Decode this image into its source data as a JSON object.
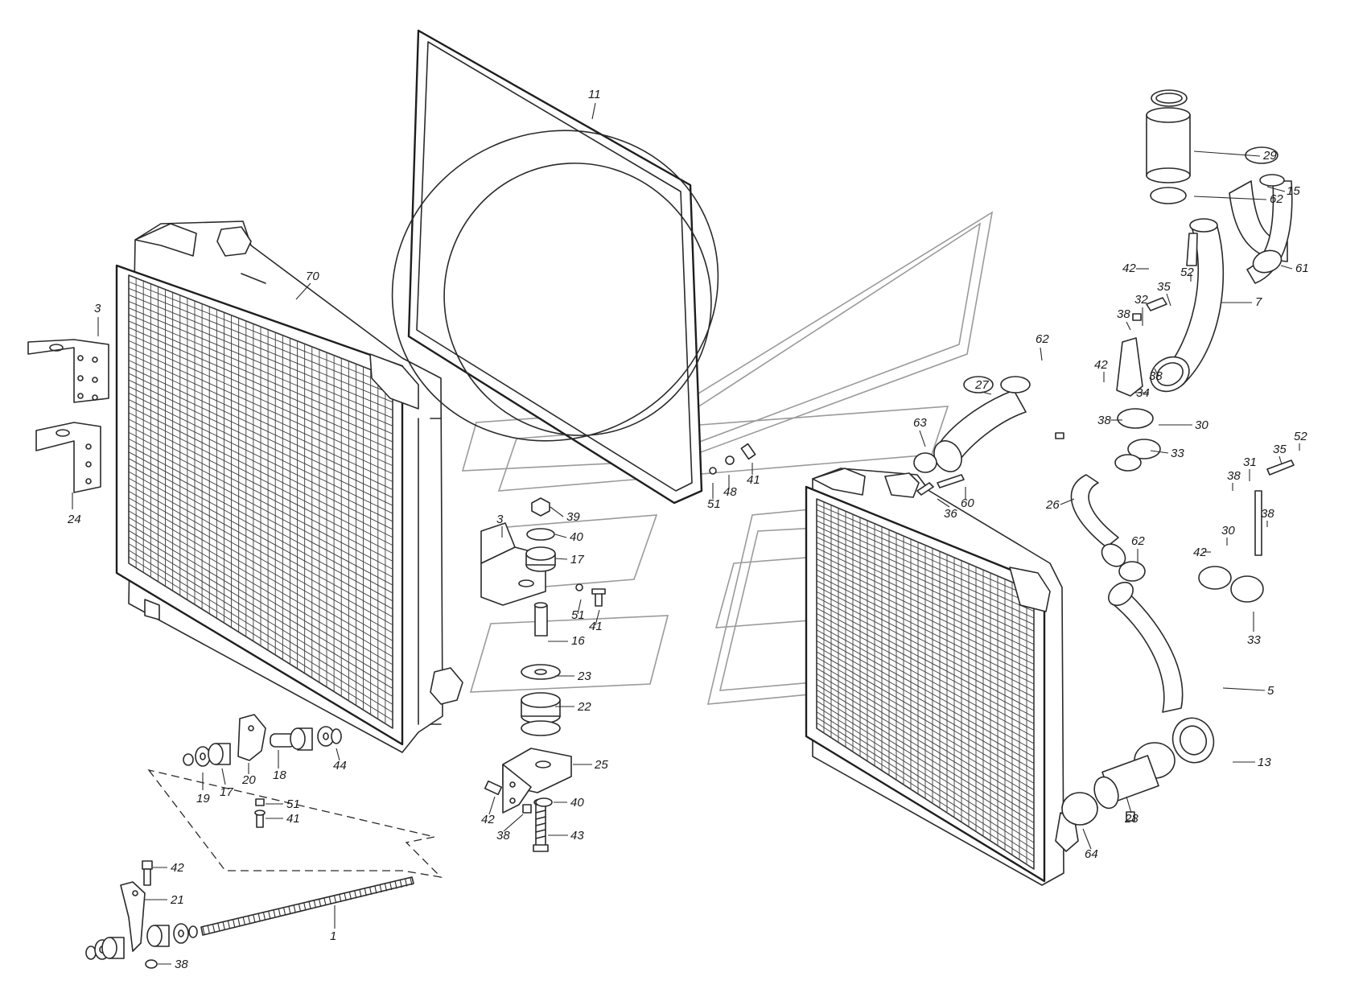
{
  "callouts": [
    {
      "id": "c-11",
      "t": "11"
    },
    {
      "id": "c-70",
      "t": "70"
    },
    {
      "id": "c-3a",
      "t": "3"
    },
    {
      "id": "c-24",
      "t": "24"
    },
    {
      "id": "c-29",
      "t": "29"
    },
    {
      "id": "c-62a",
      "t": "62"
    },
    {
      "id": "c-15",
      "t": "15"
    },
    {
      "id": "c-42a",
      "t": "42"
    },
    {
      "id": "c-52a",
      "t": "52"
    },
    {
      "id": "c-35a",
      "t": "35"
    },
    {
      "id": "c-61",
      "t": "61"
    },
    {
      "id": "c-32",
      "t": "32"
    },
    {
      "id": "c-7",
      "t": "7"
    },
    {
      "id": "c-38a",
      "t": "38"
    },
    {
      "id": "c-38b",
      "t": "38"
    },
    {
      "id": "c-42b",
      "t": "42"
    },
    {
      "id": "c-34",
      "t": "34"
    },
    {
      "id": "c-62b",
      "t": "62"
    },
    {
      "id": "c-27",
      "t": "27"
    },
    {
      "id": "c-38c",
      "t": "38"
    },
    {
      "id": "c-30a",
      "t": "30"
    },
    {
      "id": "c-33a",
      "t": "33"
    },
    {
      "id": "c-63",
      "t": "63"
    },
    {
      "id": "c-41a",
      "t": "41"
    },
    {
      "id": "c-48",
      "t": "48"
    },
    {
      "id": "c-51a",
      "t": "51"
    },
    {
      "id": "c-36",
      "t": "36"
    },
    {
      "id": "c-60",
      "t": "60"
    },
    {
      "id": "c-26",
      "t": "26"
    },
    {
      "id": "c-52b",
      "t": "52"
    },
    {
      "id": "c-35b",
      "t": "35"
    },
    {
      "id": "c-31",
      "t": "31"
    },
    {
      "id": "c-38d",
      "t": "38"
    },
    {
      "id": "c-38e",
      "t": "38"
    },
    {
      "id": "c-30b",
      "t": "30"
    },
    {
      "id": "c-42c",
      "t": "42"
    },
    {
      "id": "c-62c",
      "t": "62"
    },
    {
      "id": "c-33b",
      "t": "33"
    },
    {
      "id": "c-3b",
      "t": "3"
    },
    {
      "id": "c-39",
      "t": "39"
    },
    {
      "id": "c-40a",
      "t": "40"
    },
    {
      "id": "c-17a",
      "t": "17"
    },
    {
      "id": "c-51b",
      "t": "51"
    },
    {
      "id": "c-41b",
      "t": "41"
    },
    {
      "id": "c-16",
      "t": "16"
    },
    {
      "id": "c-23",
      "t": "23"
    },
    {
      "id": "c-22",
      "t": "22"
    },
    {
      "id": "c-5",
      "t": "5"
    },
    {
      "id": "c-13",
      "t": "13"
    },
    {
      "id": "c-25",
      "t": "25"
    },
    {
      "id": "c-40b",
      "t": "40"
    },
    {
      "id": "c-42d",
      "t": "42"
    },
    {
      "id": "c-38f",
      "t": "38"
    },
    {
      "id": "c-43",
      "t": "43"
    },
    {
      "id": "c-28",
      "t": "28"
    },
    {
      "id": "c-64",
      "t": "64"
    },
    {
      "id": "c-19",
      "t": "19"
    },
    {
      "id": "c-17b",
      "t": "17"
    },
    {
      "id": "c-20",
      "t": "20"
    },
    {
      "id": "c-18",
      "t": "18"
    },
    {
      "id": "c-44",
      "t": "44"
    },
    {
      "id": "c-51c",
      "t": "51"
    },
    {
      "id": "c-41c",
      "t": "41"
    },
    {
      "id": "c-42e",
      "t": "42"
    },
    {
      "id": "c-21",
      "t": "21"
    },
    {
      "id": "c-1",
      "t": "1"
    },
    {
      "id": "c-38g",
      "t": "38"
    }
  ]
}
